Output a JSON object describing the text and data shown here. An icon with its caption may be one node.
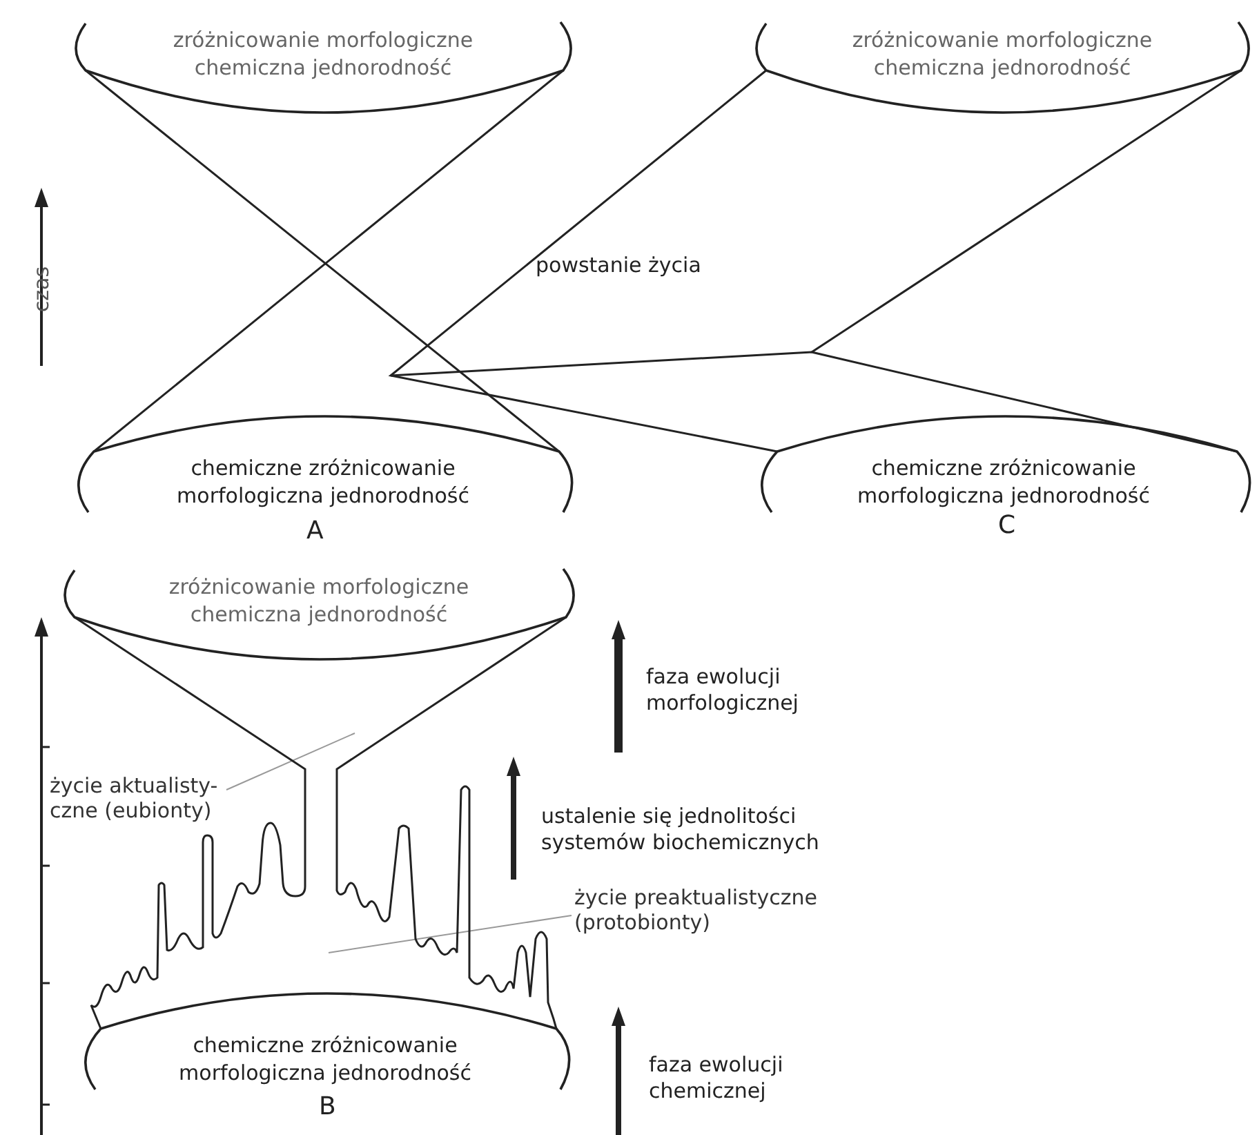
{
  "diagram": {
    "nodes": [
      {
        "text": [
          "zróżnicowanie morfologiczne",
          "chemiczna jednorodność"
        ]
      },
      {
        "text": [
          "chemiczne zróżnicowanie",
          "morfologiczna jednorodność"
        ]
      },
      {
        "text": [
          "zróżnicowanie morfologiczne",
          "chemiczna jednorodność"
        ]
      },
      {
        "text": [
          "chemiczne zróżnicowanie",
          "morfologiczna jednorodność"
        ]
      },
      {
        "text": [
          "zróżnicowanie morfologiczne",
          "chemiczna jednorodność"
        ]
      },
      {
        "text": [
          "życie aktualisty- czne (eubionty)"
        ]
      },
      {
        "text": [
          "życie preaktualistyczne (protobionty)"
        ]
      },
      {
        "text": [
          "chemiczne zróżnicowanie",
          "morfologiczna jednorodność"
        ]
      }
    ],
    "edges": [
      {
        "from": 0,
        "to": 1,
        "arrow": "none"
      },
      {
        "from": 0,
        "to": 1,
        "arrow": "none"
      },
      {
        "from": 2,
        "to": 3,
        "arrow": "none"
      },
      {
        "from": 2,
        "to": 3,
        "arrow": "none"
      },
      {
        "from": 5,
        "to": null,
        "arrow": "none",
        "color": "#999999"
      },
      {
        "from": 6,
        "to": null,
        "arrow": "none",
        "color": "#999999"
      },
      {
        "from": 4,
        "to": 7,
        "arrow": "none"
      },
      {
        "from": 4,
        "to": 7,
        "arrow": "none"
      }
    ],
    "labels": [
      "czas",
      "powstanie życia",
      "A",
      "C",
      "faza ewolucji morfologicznej",
      "ustalenie się jednolitości systemów biochemicznych",
      "B",
      "faza ewolucji chemicznej"
    ]
  }
}
